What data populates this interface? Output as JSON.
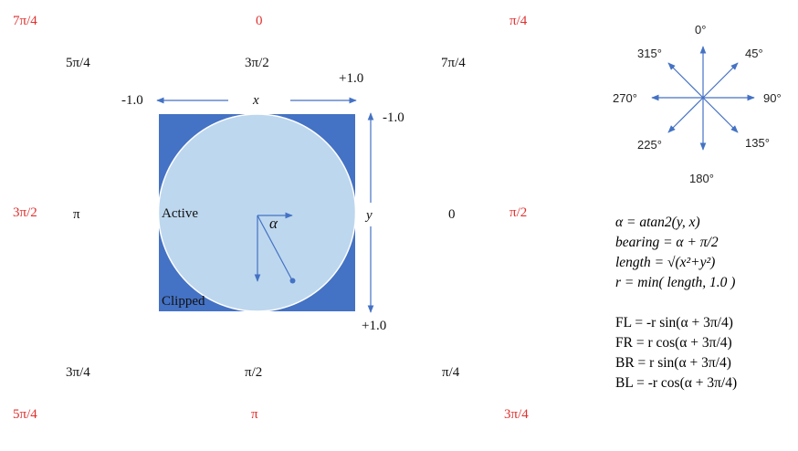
{
  "colors": {
    "outer_label": "#e0302e",
    "inner_label": "#111111",
    "square_fill": "#4472c4",
    "circle_fill": "#bdd7ee",
    "arrow": "#4472c4"
  },
  "outer_labels": {
    "top_left": "7π/4",
    "top_center": "0",
    "top_right": "π/4",
    "mid_left": "3π/2",
    "mid_right": "π/2",
    "bottom_left": "5π/4",
    "bottom_center": "π",
    "bottom_right": "3π/4"
  },
  "inner_labels": {
    "top_left": "5π/4",
    "top_center": "3π/2",
    "top_right": "7π/4",
    "mid_left": "π",
    "mid_right": "0",
    "bottom_left": "3π/4",
    "bottom_center": "π/2",
    "bottom_right": "π/4"
  },
  "axis": {
    "x_name": "x",
    "x_min": "-1.0",
    "x_max": "+1.0",
    "y_name": "y",
    "y_min": "-1.0",
    "y_max": "+1.0"
  },
  "zones": {
    "active": "Active",
    "clipped": "Clipped"
  },
  "angle_symbol": "α",
  "compass": {
    "deg_0": "0°",
    "deg_45": "45°",
    "deg_90": "90°",
    "deg_135": "135°",
    "deg_180": "180°",
    "deg_225": "225°",
    "deg_270": "270°",
    "deg_315": "315°"
  },
  "formulas": {
    "alpha_lhs": "α",
    "alpha_rhs": " = atan2(y, x)",
    "bearing_lhs": "bearing",
    "bearing_rhs": " = α + π/2",
    "length_lhs": "length",
    "length_rhs": " = √(x²+y²)",
    "r_lhs": "r",
    "r_rhs": " = min( length, 1.0 )",
    "fl": "FL = -r sin(α + 3π/4)",
    "fr": "FR = r cos(α + 3π/4)",
    "br": "BR = r sin(α + 3π/4)",
    "bl": "BL = -r cos(α + 3π/4)"
  }
}
